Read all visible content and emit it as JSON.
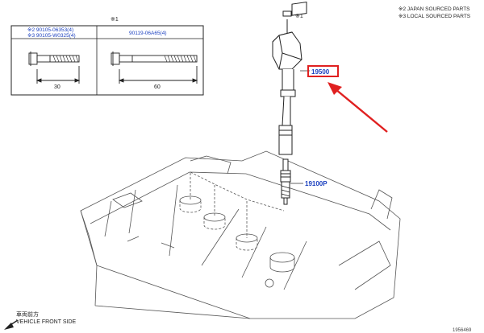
{
  "legend": {
    "marker_top": "※1",
    "marker_bolt": "※1",
    "japan": "※2 JAPAN SOURCED PARTS",
    "local": "※3 LOCAL SOURCED PARTS"
  },
  "bolt_table": {
    "left_part_1": "※2 90105-06353(4)",
    "left_part_2": "※3 90105-W0325(4)",
    "left_dim": "30",
    "right_part": "90119-06A65(4)",
    "right_dim": "60"
  },
  "callouts": {
    "coil": "19500",
    "plug": "19100P"
  },
  "footer": {
    "front_jp": "車両前方",
    "front_en": "VEHICLE FRONT SIDE",
    "figure_id": "1956469"
  },
  "colors": {
    "line": "#222222",
    "part_number": "#1a3fbf",
    "highlight": "#e02020",
    "engine": "#555555"
  }
}
